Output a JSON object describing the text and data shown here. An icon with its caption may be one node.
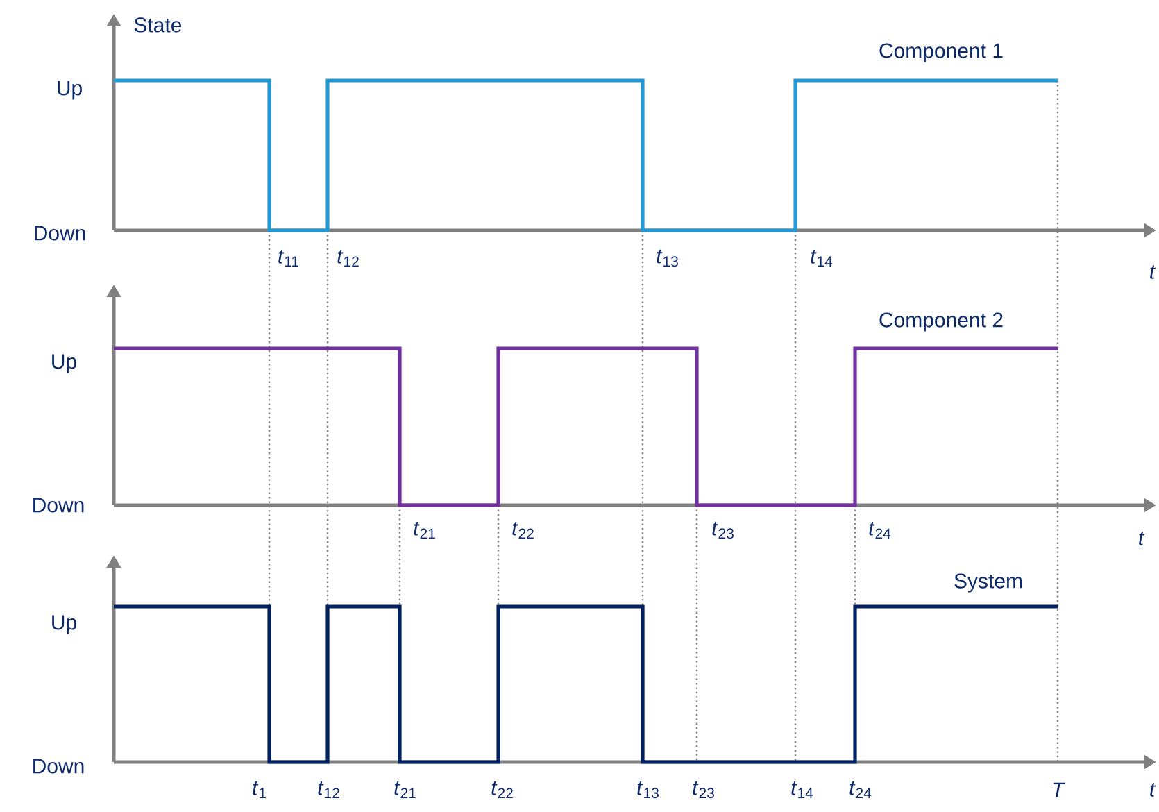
{
  "diagram": {
    "labels": [
      "State",
      "Component 1",
      "Up",
      "Down",
      "*t*$_{11}$",
      "*t*$_{12}$",
      "*t*$_{13}$",
      "*t*$_{14}$",
      "t",
      "Up",
      "Component 2",
      "Down",
      "*t*$_{21}$",
      "*t*$_{22}$",
      "*t*$_{23}$",
      "*t*$_{24}$",
      "t",
      "System",
      "Up",
      "Down",
      "*t*$_{1}$",
      "*t*$_{12}$",
      "*t*$_{21}$",
      "*t*$_{22}$",
      "*t*$_{13}$",
      "*t*$_{23}$",
      "*t*$_{14}$",
      "*t*$_{24}$",
      "T",
      "t"
    ]
  }
}
